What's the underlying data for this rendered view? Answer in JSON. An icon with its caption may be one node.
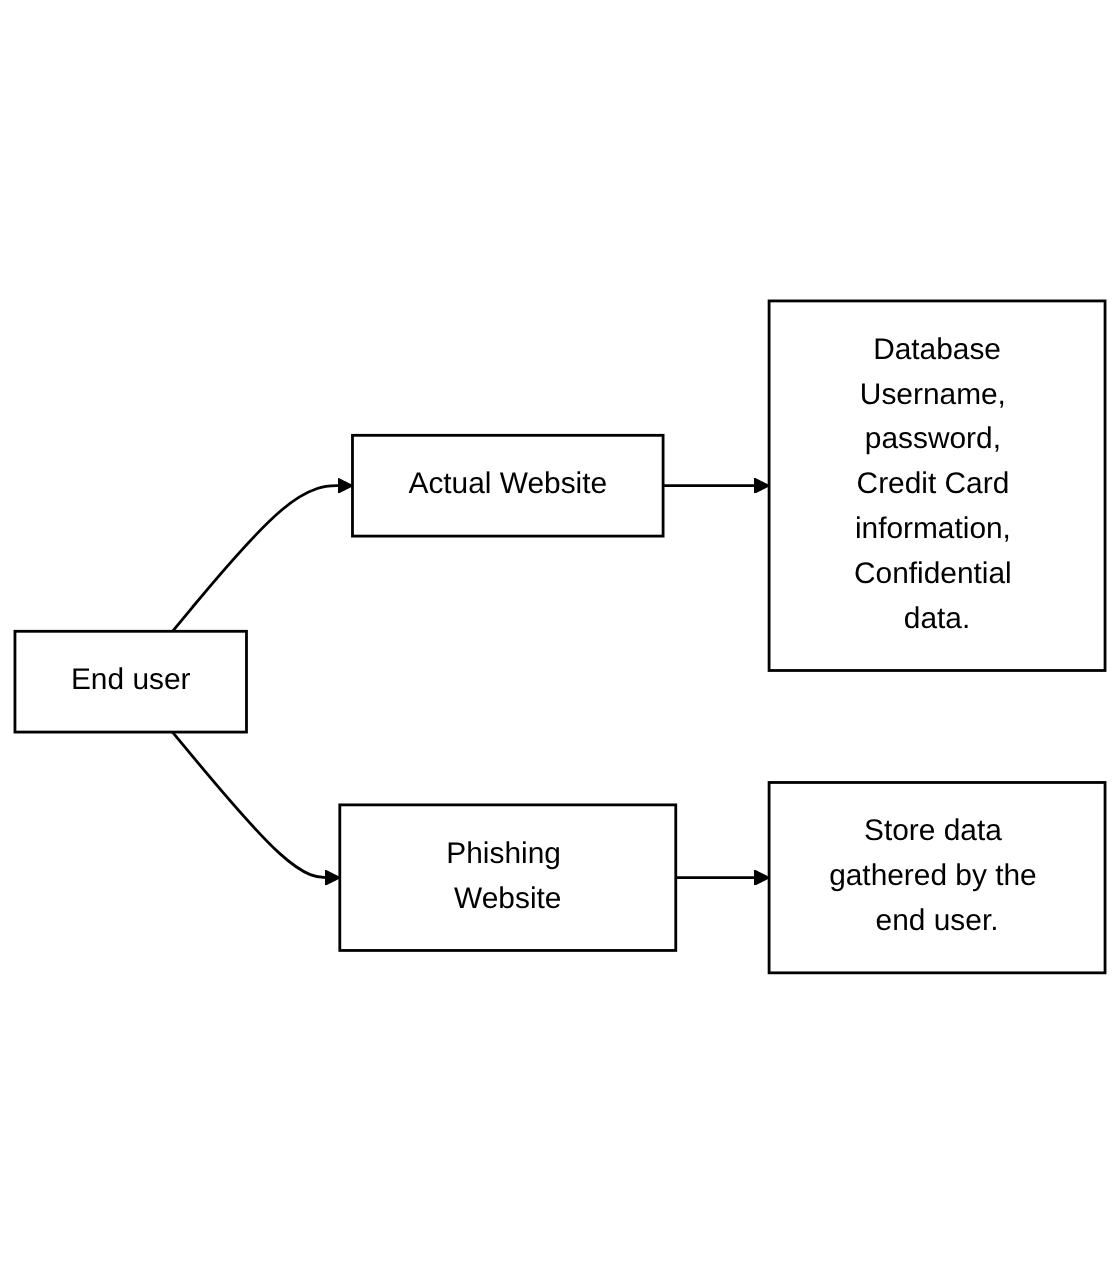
{
  "diagram": {
    "nodes": [
      {
        "text": [
          "End user"
        ]
      },
      {
        "text": [
          "Actual Website"
        ]
      },
      {
        "text": [
          "Database",
          "Username, password, Credit Card information, Confidential data."
        ]
      },
      {
        "text": [
          "Phishing Website"
        ]
      },
      {
        "text": [
          "Store data gathered by the end user."
        ]
      }
    ],
    "edges": [
      {
        "from": 0,
        "to": 1,
        "arrow": "to"
      },
      {
        "from": 1,
        "to": 2,
        "arrow": "to"
      },
      {
        "from": 0,
        "to": 3,
        "arrow": "to"
      },
      {
        "from": 3,
        "to": 4,
        "arrow": "to"
      }
    ]
  }
}
